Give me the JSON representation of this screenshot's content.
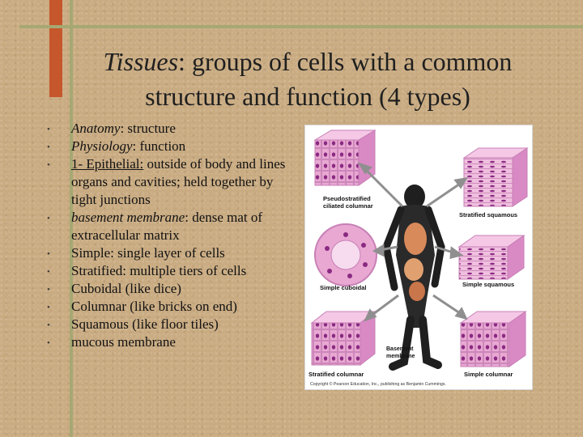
{
  "slide": {
    "title": {
      "term": "Tissues",
      "line1_rest": ": groups of cells with a common",
      "line2": "structure and function (4 types)"
    },
    "bullets": [
      {
        "parts": [
          {
            "text": "Anatomy",
            "style": "italic"
          },
          {
            "text": ": structure",
            "style": "normal"
          }
        ]
      },
      {
        "parts": [
          {
            "text": "Physiology",
            "style": "italic"
          },
          {
            "text": ": function",
            "style": "normal"
          }
        ]
      },
      {
        "parts": [
          {
            "text": "1- Epithelial:",
            "style": "underline"
          },
          {
            "text": " outside of body and lines organs and cavities; held together by tight junctions",
            "style": "normal"
          }
        ]
      },
      {
        "parts": [
          {
            "text": "basement membrane",
            "style": "italic"
          },
          {
            "text": ": dense mat of extracellular matrix",
            "style": "normal"
          }
        ]
      },
      {
        "parts": [
          {
            "text": "Simple: single layer of cells",
            "style": "normal"
          }
        ]
      },
      {
        "parts": [
          {
            "text": "Stratified: multiple tiers of cells",
            "style": "normal"
          }
        ]
      },
      {
        "parts": [
          {
            "text": "Cuboidal (like dice)",
            "style": "normal"
          }
        ]
      },
      {
        "parts": [
          {
            "text": "Columnar (like bricks on end)",
            "style": "normal"
          }
        ]
      },
      {
        "parts": [
          {
            "text": "Squamous (like floor tiles)",
            "style": "normal"
          }
        ]
      },
      {
        "parts": [
          {
            "text": "mucous membrane",
            "style": "normal"
          }
        ]
      }
    ]
  },
  "figure": {
    "labels": {
      "pseudo_line1": "Pseudostratified",
      "pseudo_line2": "ciliated columnar",
      "strat_squamous": "Stratified squamous",
      "simple_cuboidal": "Simple cuboidal",
      "simple_squamous": "Simple squamous",
      "basement_line1": "Basement",
      "basement_line2": "membrane",
      "strat_columnar": "Stratified columnar",
      "simple_columnar": "Simple columnar",
      "copyright": "Copyright © Pearson Education, Inc., publishing as Benjamin Cummings."
    },
    "colors": {
      "tissue": "#e8a8d2",
      "nucleus": "#8a2a82",
      "membrane": "#d982c0",
      "body": "#1f1f1f",
      "organs": "#d98a5a"
    }
  }
}
